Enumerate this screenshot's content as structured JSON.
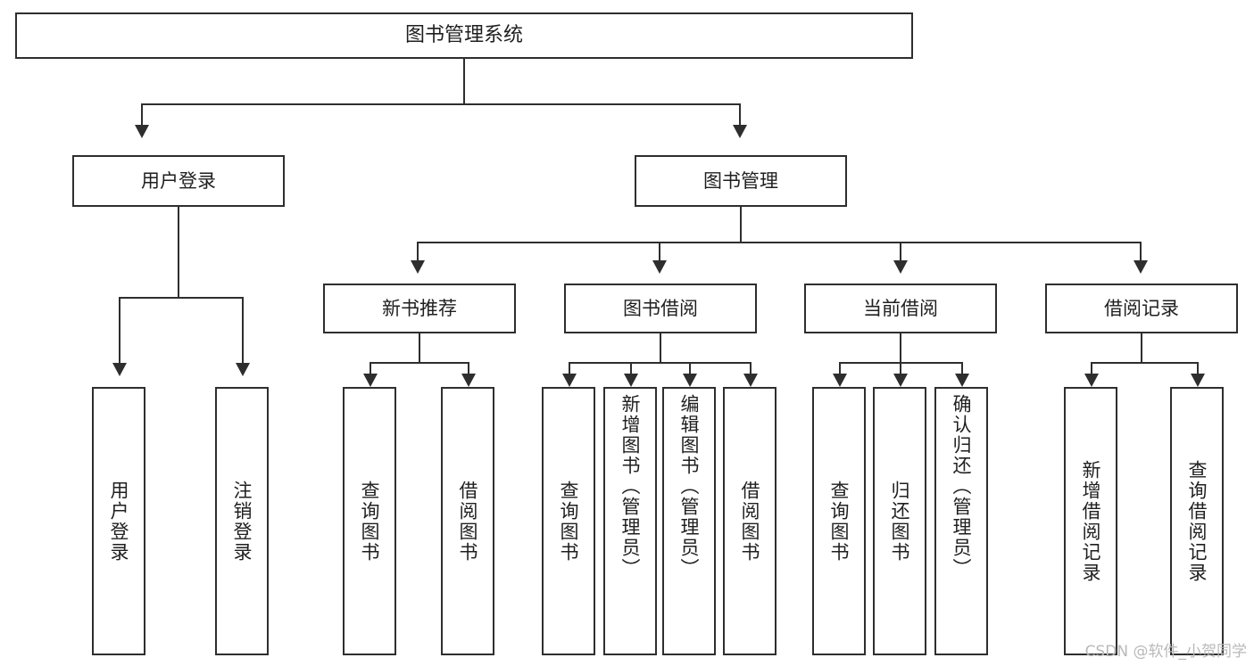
{
  "diagram": {
    "title": "图书管理系统",
    "type": "tree-hierarchy",
    "watermark": "CSDN @软件_小贺同学",
    "colors": {
      "stroke": "#2e2e2e",
      "fill": "#ffffff",
      "text": "#1f1f1f",
      "watermark": "#b9b9b9"
    },
    "root": {
      "label": "图书管理系统"
    },
    "level2": [
      {
        "id": "user-login",
        "label": "用户登录"
      },
      {
        "id": "book-manage",
        "label": "图书管理"
      }
    ],
    "level3": [
      {
        "id": "new-book-rec",
        "label": "新书推荐"
      },
      {
        "id": "book-borrow",
        "label": "图书借阅"
      },
      {
        "id": "current-borrow",
        "label": "当前借阅"
      },
      {
        "id": "borrow-record",
        "label": "借阅记录"
      }
    ],
    "leaves": {
      "user_login": [
        {
          "id": "leaf-user-login",
          "label": "用户登录"
        },
        {
          "id": "leaf-user-logout",
          "label": "注销登录"
        }
      ],
      "new_book_rec": [
        {
          "id": "leaf-query-book-1",
          "label": "查询图书"
        },
        {
          "id": "leaf-borrow-book-1",
          "label": "借阅图书"
        }
      ],
      "book_borrow": [
        {
          "id": "leaf-query-book-2",
          "label": "查询图书"
        },
        {
          "id": "leaf-add-book",
          "label": "新增图书（管理员）"
        },
        {
          "id": "leaf-edit-book",
          "label": "编辑图书（管理员）"
        },
        {
          "id": "leaf-borrow-book-2",
          "label": "借阅图书"
        }
      ],
      "current_borrow": [
        {
          "id": "leaf-query-book-3",
          "label": "查询图书"
        },
        {
          "id": "leaf-return-book",
          "label": "归还图书"
        },
        {
          "id": "leaf-confirm-return",
          "label": "确认归还（管理员）"
        }
      ],
      "borrow_record": [
        {
          "id": "leaf-add-record",
          "label": "新增借阅记录"
        },
        {
          "id": "leaf-query-record",
          "label": "查询借阅记录"
        }
      ]
    }
  }
}
